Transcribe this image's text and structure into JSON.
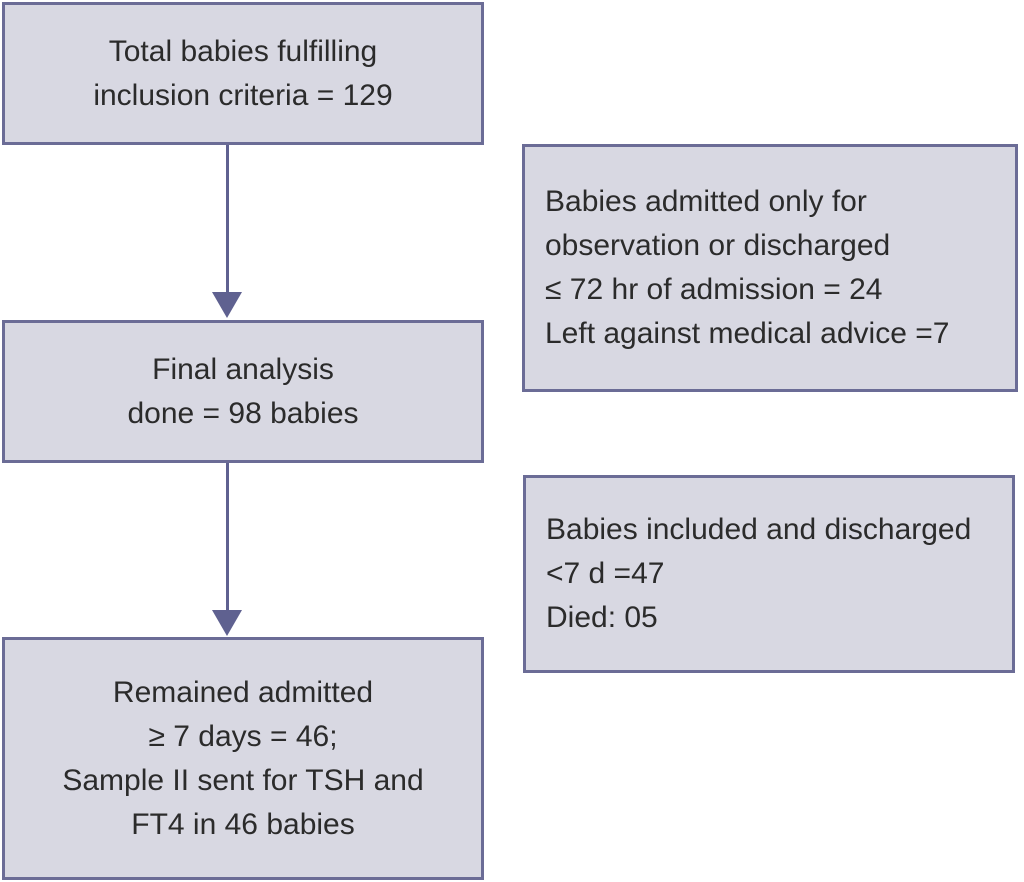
{
  "figure": {
    "type": "flowchart",
    "boxes": [
      {
        "name": "total-babies",
        "lines": [
          "Total babies fulfilling",
          "inclusion criteria = 129"
        ]
      },
      {
        "name": "final-analysis",
        "lines": [
          "Final analysis",
          "done = 98 babies"
        ]
      },
      {
        "name": "remained-admitted",
        "lines": [
          "Remained admitted",
          "≥ 7 days = 46;",
          "Sample II sent for TSH and",
          "FT4 in 46 babies"
        ]
      },
      {
        "name": "excluded-observation-lama",
        "lines": [
          "Babies admitted only for",
          "observation or discharged",
          "≤ 72 hr of admission = 24",
          "Left against medical advice =7"
        ]
      },
      {
        "name": "discharged-died",
        "lines": [
          "Babies included and discharged",
          "<7 d =47",
          "Died: 05"
        ]
      }
    ],
    "colors": {
      "box_fill": "#d8d8e2",
      "box_border": "#6b6c96",
      "arrow": "#5f6190",
      "text": "#2b2b2b",
      "background": "#ffffff"
    }
  }
}
